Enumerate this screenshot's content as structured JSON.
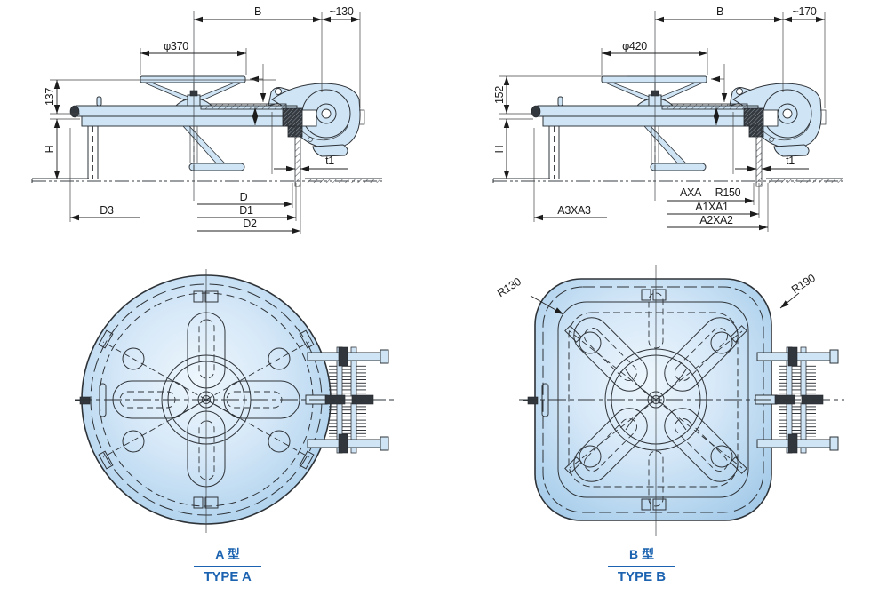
{
  "palette": {
    "body_fill": "#cfe4f5",
    "plan_edge_fill": "#a5cbe9",
    "plan_center_fill": "#edf6fc",
    "line": "#2e3338",
    "dim_text": "#1c1c1c",
    "accent_blue": "#1b63b0"
  },
  "side_a": {
    "b": "B",
    "end_offset": "~130",
    "wheel_dia": "φ370",
    "h137": "137",
    "h": "H",
    "t1": "t1",
    "d": "D",
    "d1": "D1",
    "d2": "D2",
    "d3": "D3"
  },
  "side_b": {
    "b": "B",
    "end_offset": "~170",
    "wheel_dia": "φ420",
    "h152": "152",
    "h": "H",
    "t1": "t1",
    "axa": "AXA",
    "r150": "R150",
    "a1": "A1XA1",
    "a2": "A2XA2",
    "a3": "A3XA3"
  },
  "plan_b": {
    "r_inner": "R130",
    "r_outer": "R190"
  },
  "captions": {
    "type_a": {
      "zh": "A 型",
      "en": "TYPE A"
    },
    "type_b": {
      "zh": "B 型",
      "en": "TYPE B"
    }
  }
}
